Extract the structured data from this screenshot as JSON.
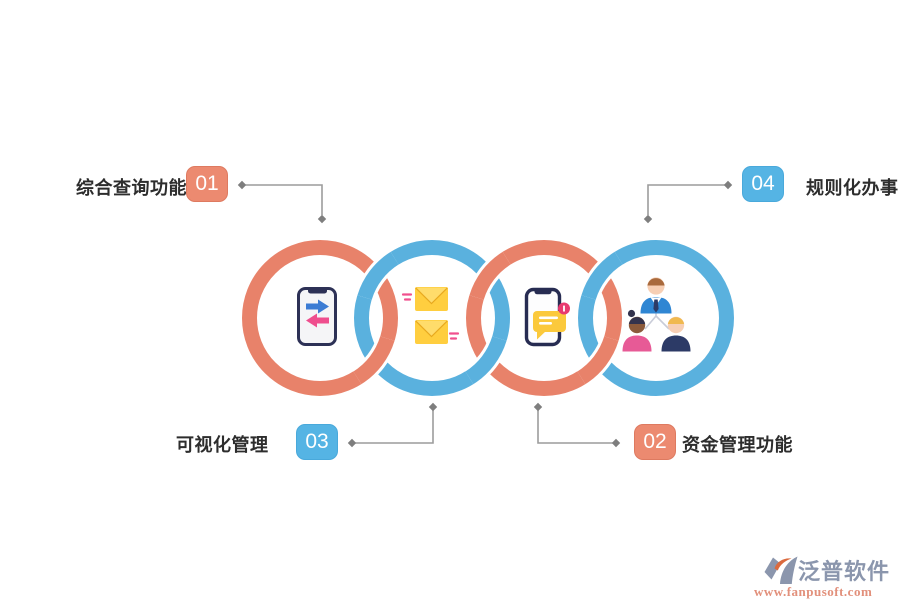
{
  "diagram": {
    "items": [
      {
        "number": "01",
        "label": "综合查询功能",
        "badge_color": "#EC8A70",
        "ring_color": "#E8826A",
        "icon": "phone-sync-icon",
        "position": "top-left"
      },
      {
        "number": "02",
        "label": "资金管理功能",
        "badge_color": "#EC8A70",
        "ring_color": "#E8826A",
        "icon": "phone-chat-icon",
        "position": "bottom-right"
      },
      {
        "number": "03",
        "label": "可视化管理",
        "badge_color": "#55B4E4",
        "ring_color": "#5AB1DE",
        "icon": "mail-messages-icon",
        "position": "bottom-left"
      },
      {
        "number": "04",
        "label": "规则化办事",
        "badge_color": "#55B4E4",
        "ring_color": "#5AB1DE",
        "icon": "team-structure-icon",
        "position": "top-right"
      }
    ],
    "colors": {
      "ring_orange": "#E8826A",
      "ring_blue": "#5AB1DE",
      "badge_orange": "#EC8A70",
      "badge_blue": "#55B4E4",
      "connector_line": "#9C9C9C",
      "connector_diamond": "#7E7E7E",
      "label_text": "#2D2D2D"
    }
  },
  "watermark": {
    "brand": "泛普软件",
    "url": "www.fanpusoft.com",
    "brand_color": "#8B96AD",
    "url_color": "#E2907B"
  }
}
